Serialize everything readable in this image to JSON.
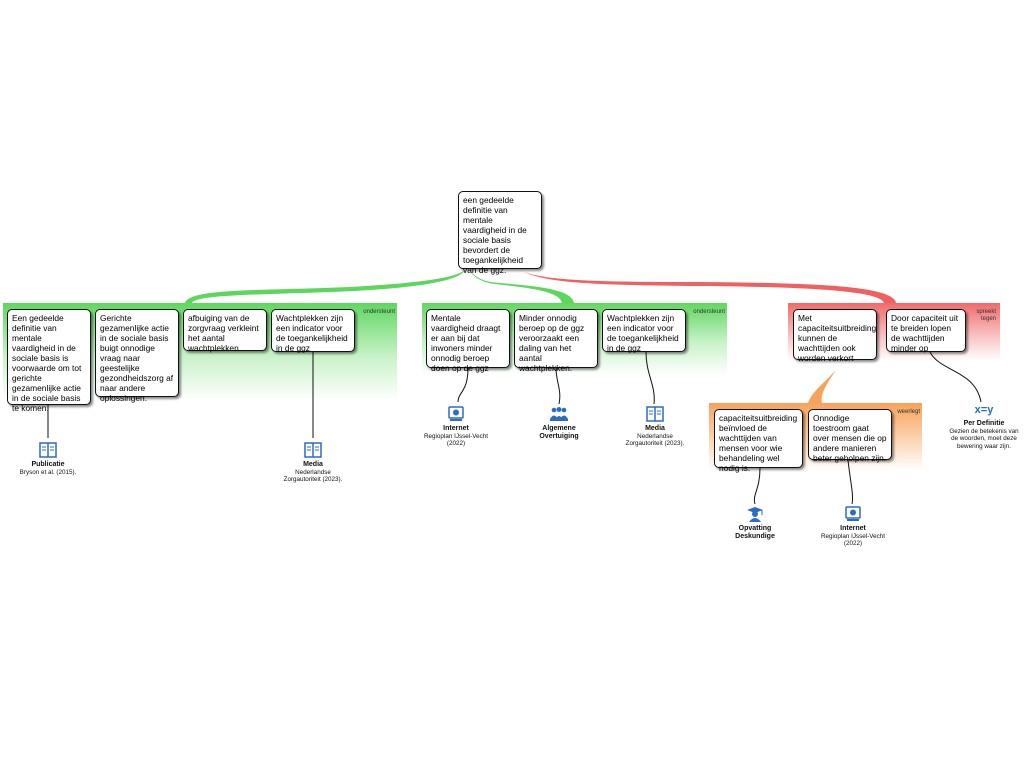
{
  "root": {
    "text": "een gedeelde definitie van mentale vaardigheid in de sociale basis bevordert de toegankelijkheid van de ggz."
  },
  "group1": {
    "tag": "ondersteunt",
    "boxes": [
      "Een gedeelde definitie van mentale vaardigheid in de sociale basis is voorwaarde om tot gerichte gezamenlijke actie in de sociale basis te komen.",
      "Gerichte gezamenlijke actie in de sociale basis buigt onnodige vraag naar geestelijke gezondheidszorg af naar andere oplossingen.",
      "afbuiging van de zorgvraag verkleint het aantal wachtplekken.",
      "Wachtplekken zijn een indicator voor de toegankelijkheid in de ggz"
    ],
    "sources": [
      {
        "title": "Publicatie",
        "text": "Bryson et al. (2015).",
        "icon": "book-icon"
      },
      {
        "title": "Media",
        "text": "Nederlandse Zorgautoriteit (2023).",
        "icon": "book-icon"
      }
    ]
  },
  "group2": {
    "tag": "ondersteunt",
    "boxes": [
      "Mentale vaardigheid draagt er aan bij dat inwoners minder onnodig beroep doen op de ggz",
      "Minder onnodig beroep op de ggz veroorzaakt een daling van het aantal wachtplekken.",
      "Wachtplekken zijn een indicator voor de toegankelijkheid in de ggz"
    ],
    "sources": [
      {
        "title": "Internet",
        "text": "Regioplan IJssel-Vecht (2022)",
        "icon": "computer-icon"
      },
      {
        "title": "Algemene Overtuiging",
        "text": "",
        "icon": "people-icon"
      },
      {
        "title": "Media",
        "text": "Nederlandse Zorgautoriteit (2023).",
        "icon": "book-icon"
      }
    ]
  },
  "group3": {
    "tag": "spreekt tegen",
    "boxes": [
      "Met capaciteitsuitbreiding kunnen de wachttijden ook worden verkort",
      "Door capaciteit uit te breiden lopen de wachttijden minder op"
    ],
    "sources": [
      {
        "title": "Per Definitie",
        "text": "Gezien de betekenis van de woorden, moet deze bewering waar zijn.",
        "icon": "xy-icon",
        "symbol": "x=y"
      }
    ]
  },
  "group4": {
    "tag": "weerlegt",
    "boxes": [
      "capaciteitsuitbreiding beïnvloed de wachttijden van mensen voor wie behandeling wel nodig is.",
      "Onnodige toestroom gaat over mensen die op andere manieren beter geholpen zijn."
    ],
    "sources": [
      {
        "title": "Opvatting Deskundige",
        "text": "",
        "icon": "graduate-icon"
      },
      {
        "title": "Internet",
        "text": "Regioplan IJssel-Vecht (2022)",
        "icon": "computer-icon"
      }
    ]
  },
  "colors": {
    "support": "#5cd65c",
    "oppose": "#f06060",
    "rebut": "#f7a25c"
  }
}
